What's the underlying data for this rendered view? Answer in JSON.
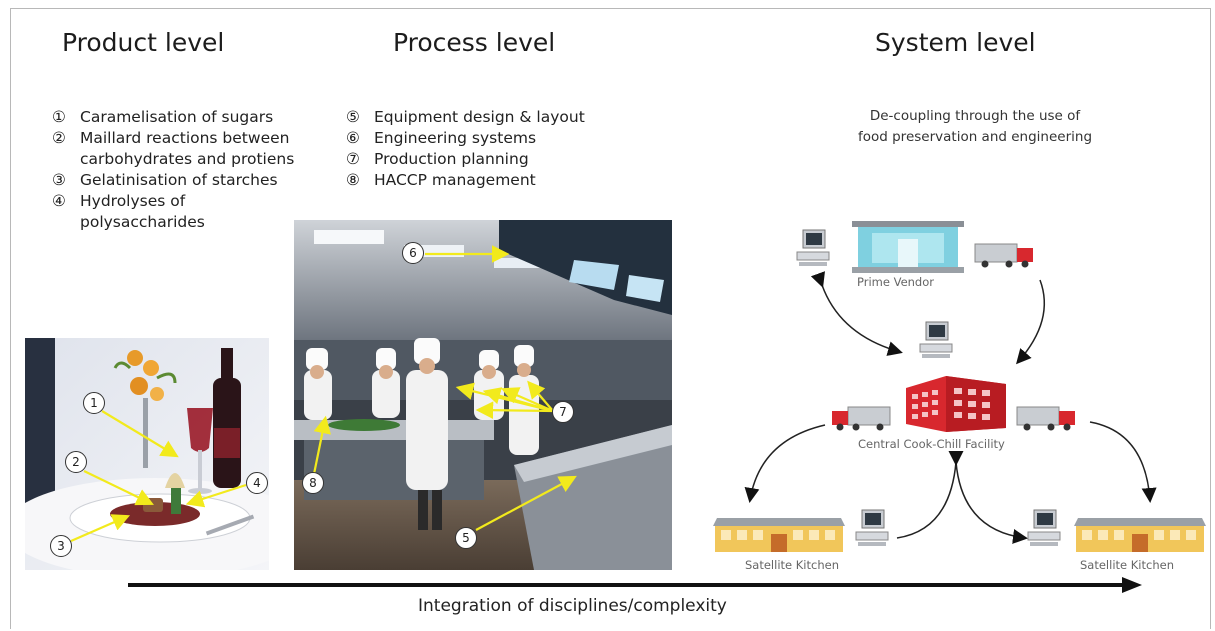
{
  "headings": {
    "product": "Product level",
    "process": "Process level",
    "system": "System level"
  },
  "product_items": [
    {
      "num": "①",
      "text": "Caramelisation of sugars"
    },
    {
      "num": "②",
      "text": "Maillard reactions between carbohydrates and protiens"
    },
    {
      "num": "③",
      "text": "Gelatinisation of starches"
    },
    {
      "num": "④",
      "text": "Hydrolyses of polysaccharides"
    }
  ],
  "process_items": [
    {
      "num": "⑤",
      "text": "Equipment design & layout"
    },
    {
      "num": "⑥",
      "text": "Engineering systems"
    },
    {
      "num": "⑦",
      "text": "Production planning"
    },
    {
      "num": "⑧",
      "text": "HACCP management"
    }
  ],
  "system": {
    "caption_line1": "De-coupling through the use of",
    "caption_line2": "food preservation and engineering",
    "prime_vendor": "Prime Vendor",
    "central_facility": "Central Cook-Chill Facility",
    "satellite_left": "Satellite Kitchen",
    "satellite_right": "Satellite Kitchen"
  },
  "callouts": {
    "c1": "1",
    "c2": "2",
    "c3": "3",
    "c4": "4",
    "c5": "5",
    "c6": "6",
    "c7": "7",
    "c8": "8"
  },
  "footer": "Integration of disciplines/complexity",
  "colors": {
    "callout_line": "#f2ea1c",
    "arrow": "#111111",
    "truck_red": "#d8282e",
    "building_red": "#d8282e",
    "kitchen_yellow": "#f1c65a"
  }
}
